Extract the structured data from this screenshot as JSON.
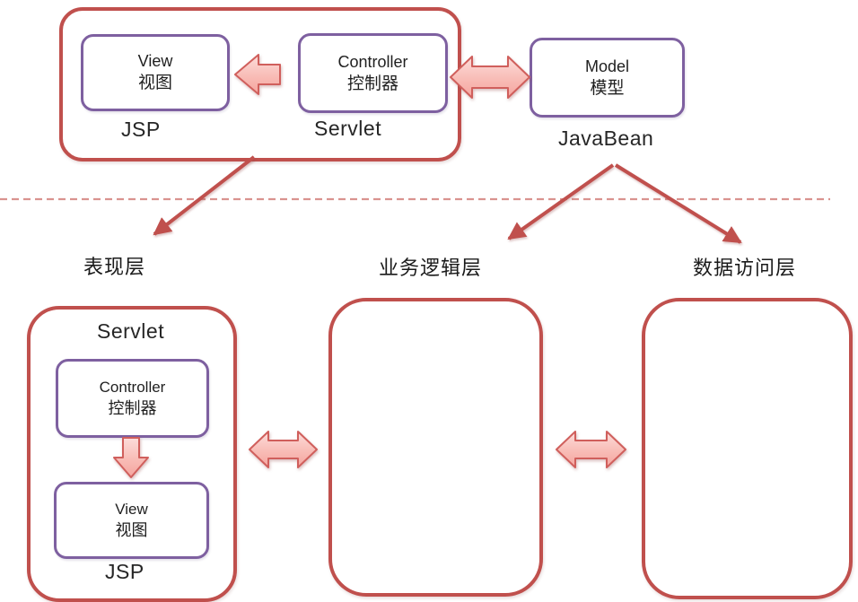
{
  "diagram": {
    "mvc_group": {
      "view": {
        "en": "View",
        "zh": "视图"
      },
      "controller": {
        "en": "Controller",
        "zh": "控制器"
      },
      "jsp_label": "JSP",
      "servlet_label": "Servlet"
    },
    "model_node": {
      "en": "Model",
      "zh": "模型",
      "caption": "JavaBean"
    },
    "tier_labels": {
      "presentation": "表现层",
      "business": "业务逻辑层",
      "data_access": "数据访问层"
    },
    "presentation_tier_box": {
      "servlet_label": "Servlet",
      "controller": {
        "en": "Controller",
        "zh": "控制器"
      },
      "view": {
        "en": "View",
        "zh": "视图"
      },
      "jsp_label": "JSP"
    },
    "colors": {
      "red_border": "#c0504d",
      "purple_border": "#7e60a0",
      "pink_arrow_fill_light": "#fcdcda",
      "pink_arrow_fill_dark": "#f5a49e",
      "pink_arrow_stroke": "#d05f5c",
      "dashed_divider": "#d9938f"
    }
  }
}
